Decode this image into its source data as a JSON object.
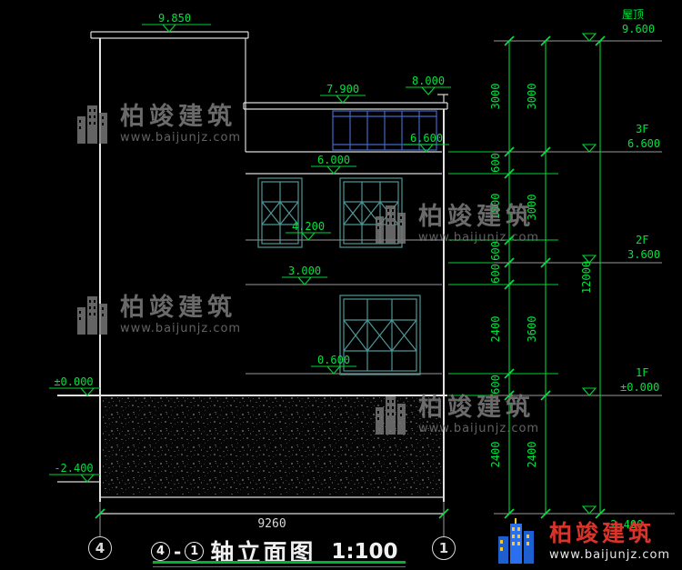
{
  "drawing": {
    "elev_marks": {
      "m9850": "9.850",
      "m7900": "7.900",
      "m8000": "8.000",
      "m6600": "6.600",
      "m6000": "6.000",
      "m4200": "4.200",
      "m3000": "3.000",
      "m0600": "0.600",
      "m0000": "±0.000",
      "m2400n": "-2.400"
    },
    "bottom_dim": "9260",
    "axis_bubbles": {
      "left": "4",
      "right": "1"
    }
  },
  "right_panel": {
    "levels": [
      {
        "name": "屋顶",
        "elev": "9.600"
      },
      {
        "name": "3F",
        "elev": "6.600"
      },
      {
        "name": "2F",
        "elev": "3.600"
      },
      {
        "name": "1F",
        "elev": "±0.000"
      },
      {
        "name": "",
        "elev": "-2.400"
      }
    ],
    "chain_inner": [
      "3000",
      "600",
      "1800",
      "600",
      "600",
      "2400",
      "600",
      "2400"
    ],
    "chain_outer": [
      "3000",
      "3000",
      "3600",
      "2400"
    ],
    "chain_total": "12000"
  },
  "title": {
    "axis_a": "4",
    "dash": "-",
    "axis_b": "1",
    "name": "轴立面图",
    "scale": "1:100"
  },
  "watermark": {
    "cn": "柏竣建筑",
    "url": "www.baijunjz.com"
  },
  "logo": {
    "cn": "柏竣建筑",
    "url": "www.baijunjz.com"
  }
}
